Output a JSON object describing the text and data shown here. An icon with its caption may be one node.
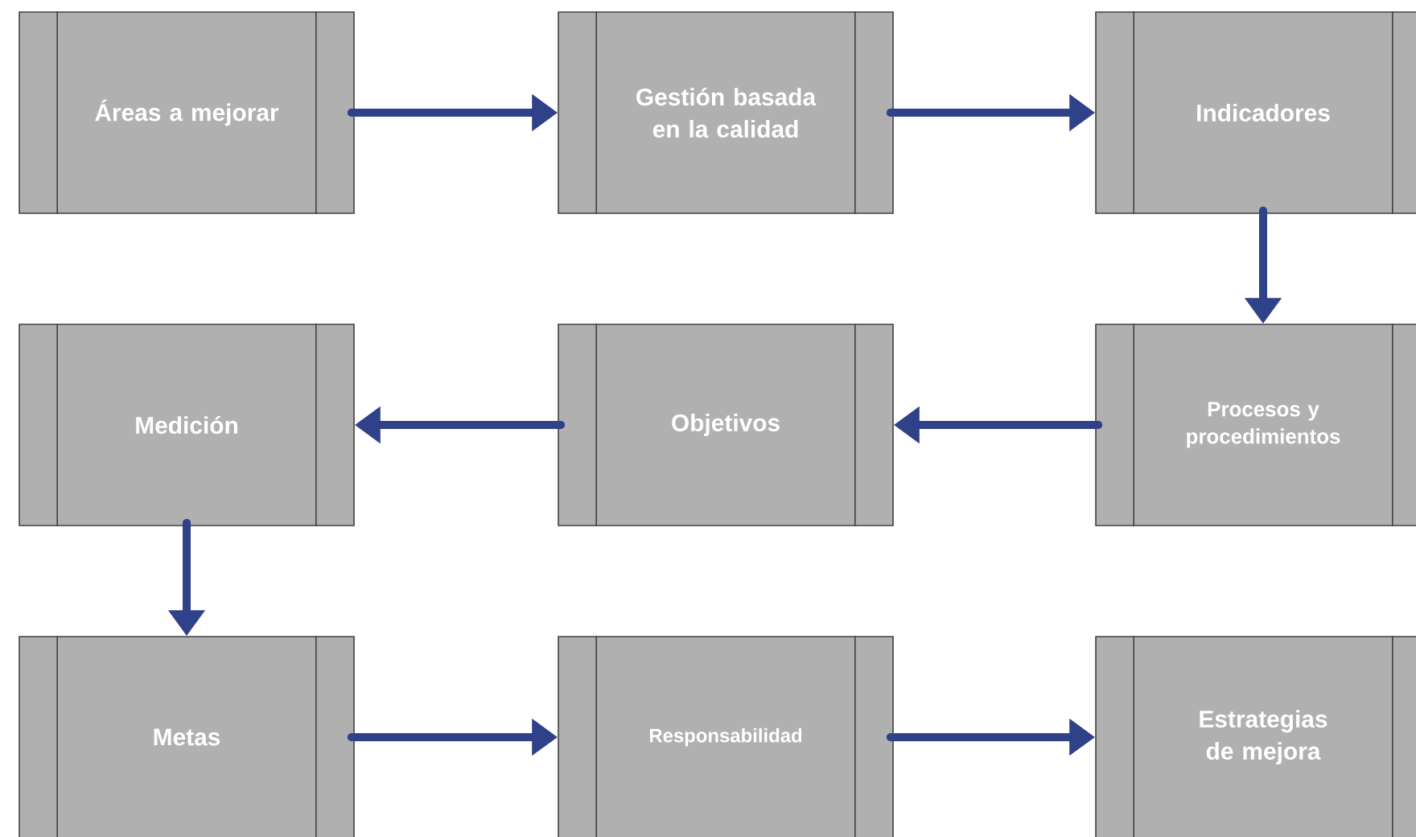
{
  "diagram": {
    "nodes": [
      {
        "text": [
          "Áreas a mejorar"
        ]
      },
      {
        "text": [
          "Gestión basada en la calidad"
        ]
      },
      {
        "text": [
          "Indicadores"
        ]
      },
      {
        "text": [
          "Procesos y procedimientos"
        ]
      },
      {
        "text": [
          "Objetivos"
        ]
      },
      {
        "text": [
          "Medición"
        ]
      },
      {
        "text": [
          "Metas"
        ]
      },
      {
        "text": [
          "Responsabilidad"
        ]
      },
      {
        "text": [
          "Estrategias de mejora"
        ]
      }
    ],
    "edges": [
      {
        "from": 0,
        "to": 1,
        "arrow": "to"
      },
      {
        "from": 1,
        "to": 2,
        "arrow": "to"
      },
      {
        "from": 2,
        "to": 3,
        "arrow": "to"
      },
      {
        "from": 3,
        "to": 4,
        "arrow": "to"
      },
      {
        "from": 4,
        "to": 5,
        "arrow": "to"
      },
      {
        "from": 5,
        "to": 6,
        "arrow": "to"
      },
      {
        "from": 6,
        "to": 7,
        "arrow": "to"
      },
      {
        "from": 7,
        "to": 8,
        "arrow": "to"
      }
    ]
  }
}
